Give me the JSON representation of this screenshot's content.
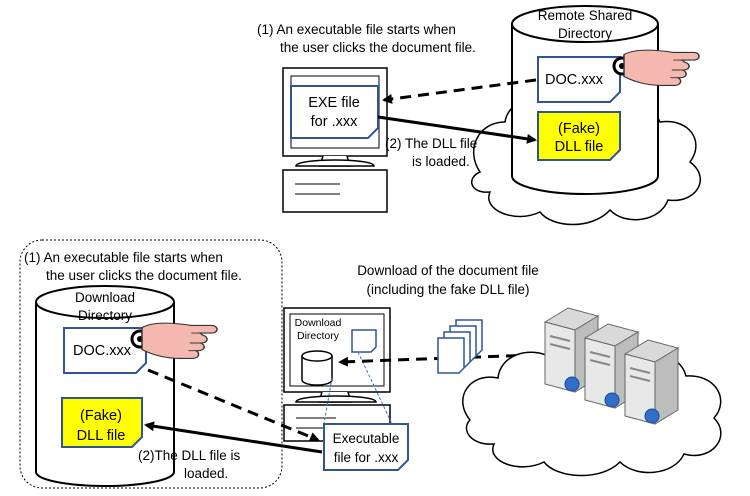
{
  "top": {
    "step1_line1": "(1)  An executable file starts when",
    "step1_line2": "the user clicks the document file.",
    "exe_line1": "EXE file",
    "exe_line2": "for .xxx",
    "step2_line1": "(2) The DLL file",
    "step2_line2": "is loaded.",
    "remote_line1": "Remote Shared",
    "remote_line2": "Directory",
    "doc_label": "DOC.xxx",
    "fake_line1": "(Fake)",
    "fake_line2": "DLL file"
  },
  "bottom": {
    "step1_line1": "(1)  An executable file starts when",
    "step1_line2": "the user clicks the document file.",
    "download_line1": "Download",
    "download_line2": "Directory",
    "doc_label": "DOC.xxx",
    "fake_line1": "(Fake)",
    "fake_line2": "DLL file",
    "step2_line1": "(2)The DLL file is",
    "step2_line2": "loaded.",
    "pc_dir_line1": "Download",
    "pc_dir_line2": "Directory",
    "exe_line1": "Executable",
    "exe_line2": "file for .xxx",
    "download_note_line1": "Download of the document file",
    "download_note_line2": "(including the fake DLL file)"
  },
  "colors": {
    "fake_dll": "#ffff00",
    "doc_blue": "#2f5597",
    "hand": "#f4b8b0",
    "server_globe": "#2e6fc7"
  }
}
